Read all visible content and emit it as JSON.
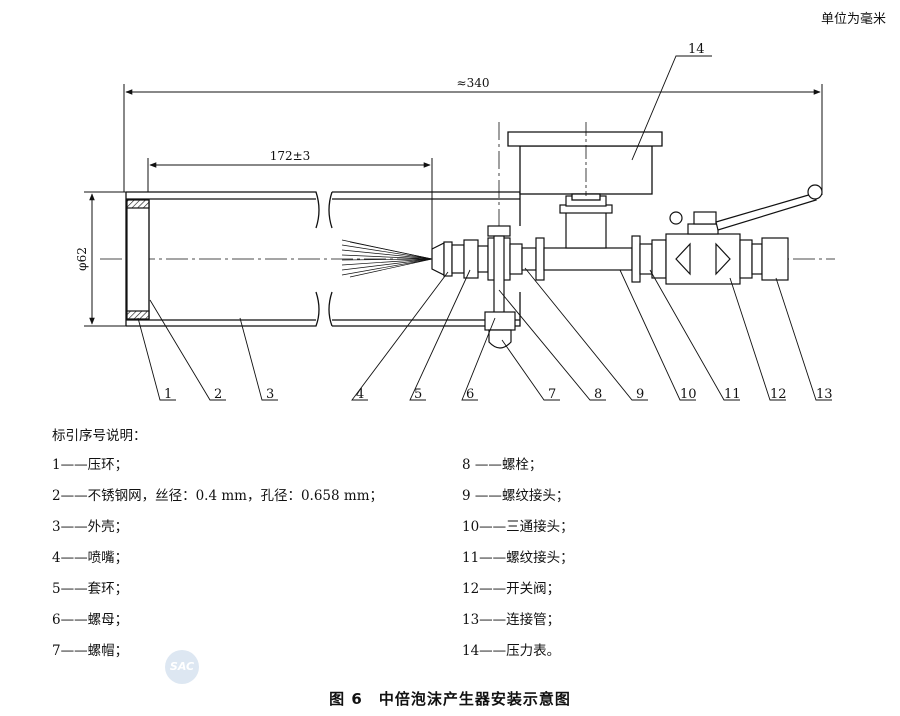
{
  "unit_note": "单位为毫米",
  "dimensions": {
    "overall": "≈340",
    "spacing": "172±3",
    "diameter": "φ62"
  },
  "callouts": [
    "1",
    "2",
    "3",
    "4",
    "5",
    "6",
    "7",
    "8",
    "9",
    "10",
    "11",
    "12",
    "13",
    "14"
  ],
  "legend": {
    "title": "标引序号说明：",
    "items": [
      {
        "num": "1",
        "text": "1——压环；"
      },
      {
        "num": "2",
        "text": "2——不锈钢网，丝径：0.4 mm，孔径：0.658 mm；"
      },
      {
        "num": "3",
        "text": "3——外壳；"
      },
      {
        "num": "4",
        "text": "4——喷嘴；"
      },
      {
        "num": "5",
        "text": "5——套环；"
      },
      {
        "num": "6",
        "text": "6——螺母；"
      },
      {
        "num": "7",
        "text": "7——螺帽；"
      },
      {
        "num": "8",
        "text": "8 ——螺栓；"
      },
      {
        "num": "9",
        "text": "9 ——螺纹接头；"
      },
      {
        "num": "10",
        "text": "10——三通接头；"
      },
      {
        "num": "11",
        "text": "11——螺纹接头；"
      },
      {
        "num": "12",
        "text": "12——开关阀；"
      },
      {
        "num": "13",
        "text": "13——连接管；"
      },
      {
        "num": "14",
        "text": "14——压力表。"
      }
    ]
  },
  "caption": "图 6　中倍泡沫产生器安装示意图",
  "watermark": "SAC"
}
